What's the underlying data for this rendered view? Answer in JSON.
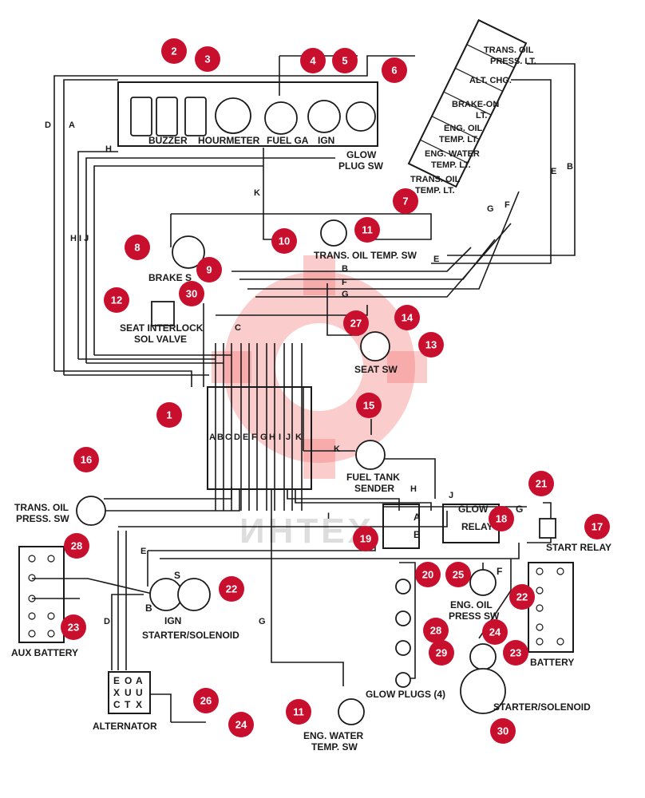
{
  "title_watermark": "ИНТЕХ",
  "components": {
    "buzzer": "BUZZER",
    "hourmeter": "HOURMETER",
    "fuel_ga": "FUEL GA",
    "ign": "IGN",
    "glow_plug_sw_1": "GLOW",
    "glow_plug_sw_2": "PLUG SW",
    "brake_sw": "BRAKE S",
    "trans_oil_temp_sw": "TRANS. OIL TEMP. SW",
    "seat_interlock_1": "SEAT INTERLOCK",
    "seat_interlock_2": "SOL VALVE",
    "seat_sw": "SEAT SW",
    "fuel_tank_sender_1": "FUEL TANK",
    "fuel_tank_sender_2": "SENDER",
    "trans_oil_press_sw_1": "TRANS. OIL",
    "trans_oil_press_sw_2": "PRESS. SW",
    "aux_battery": "AUX BATTERY",
    "starter_solenoid_left_ign": "IGN",
    "starter_solenoid_left": "STARTER/SOLENOID",
    "alternator": "ALTERNATOR",
    "eng_water_temp_sw_1": "ENG. WATER",
    "eng_water_temp_sw_2": "TEMP. SW",
    "glow_plugs": "GLOW PLUGS (4)",
    "eng_oil_press_sw_1": "ENG. OIL",
    "eng_oil_press_sw_2": "PRESS SW",
    "battery": "BATTERY",
    "starter_solenoid_right": "STARTER/SOLENOID",
    "start_relay": "START RELAY",
    "glow_relay_1": "GLOW",
    "glow_relay_2": "RELAY",
    "glow_relay_3": "G",
    "terminal_s": "S",
    "terminal_b": "B",
    "terminal_f": "F",
    "relay_a": "A",
    "relay_b": "B",
    "alt_col1": [
      "E",
      "X",
      "C"
    ],
    "alt_col2": [
      "O",
      "U",
      "T"
    ],
    "alt_col3": [
      "A",
      "U",
      "X"
    ]
  },
  "indicator_panel": [
    [
      "TRANS. OIL",
      "PRESS. LT."
    ],
    [
      "ALT. CHG."
    ],
    [
      "BRAKE-ON",
      "LT."
    ],
    [
      "ENG. OIL",
      "TEMP. LT."
    ],
    [
      "ENG. WATER",
      "TEMP. LT."
    ],
    [
      "TRANS. OIL",
      "TEMP. LT."
    ]
  ],
  "harness_letters": [
    "A",
    "B",
    "C",
    "D",
    "E",
    "F",
    "G",
    "H",
    "I",
    "J",
    "K"
  ],
  "wire_labels": {
    "D_top": "D",
    "A_top": "A",
    "H_top": "H",
    "K_mid": "K",
    "HIJ": "H I J",
    "B_mid": "B",
    "F_mid": "F",
    "G_mid": "G",
    "C_mid": "C",
    "E_right": "E",
    "G_right": "G",
    "F_right": "F",
    "E_far": "E",
    "B_far": "B",
    "K_low": "K",
    "H_low": "H",
    "J_low": "J",
    "I_low": "I",
    "E_left": "E",
    "D_left": "D",
    "G_low": "G"
  },
  "callouts": [
    "1",
    "2",
    "3",
    "4",
    "5",
    "6",
    "7",
    "8",
    "9",
    "10",
    "11",
    "11",
    "12",
    "13",
    "14",
    "15",
    "16",
    "17",
    "18",
    "19",
    "20",
    "21",
    "22",
    "22",
    "23",
    "23",
    "24",
    "24",
    "25",
    "26",
    "27",
    "28",
    "28",
    "29",
    "30",
    "30"
  ]
}
